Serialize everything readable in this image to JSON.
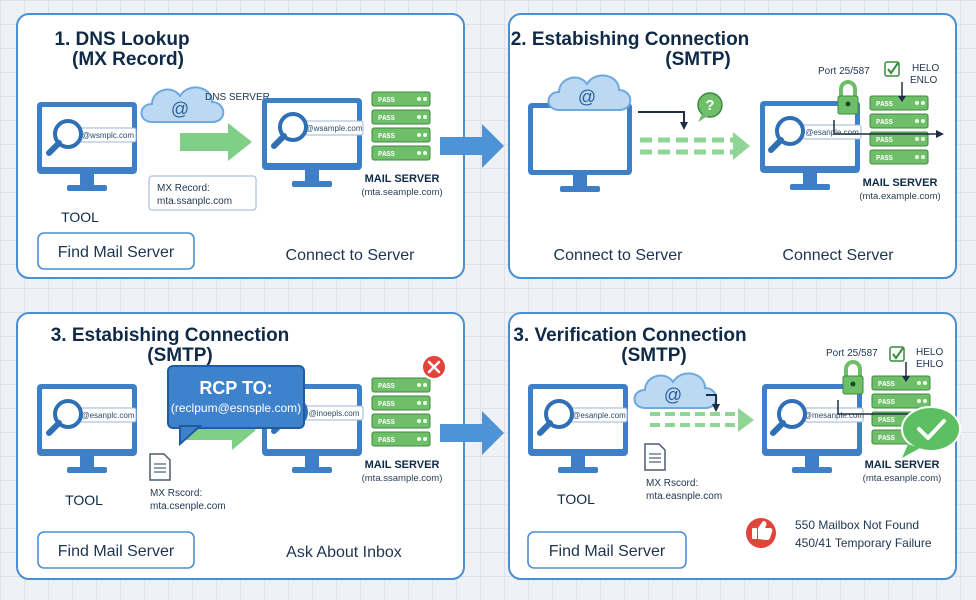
{
  "panels": [
    {
      "title_line1": "1. DNS Lookup",
      "title_line2": "(MX Record)",
      "tool_label": "TOOL",
      "monitor_url": "@wsmplc.com",
      "cloud_label": "DNS SERVER",
      "server_monitor_url": "@wsample.com",
      "server_name": "MAIL SERVER",
      "server_host": "(mta.seample.com)",
      "mx_label": "MX Record:",
      "mx_value": "mta.ssanplc.com",
      "button_label": "Find Mail Server",
      "caption": "Connect to Server"
    },
    {
      "title_line1": "2. Estabishing Connection",
      "title_line2": "(SMTP)",
      "port_label": "Port 25/587",
      "helo": "HELO",
      "ehlo": "ENLO",
      "server_monitor_url": "@esanple.com",
      "server_name": "MAIL SERVER",
      "server_host": "(mta.example.com)",
      "caption_left": "Connect to Server",
      "caption_right": "Connect  Server"
    },
    {
      "title_line1": "3. Estabishing Connection",
      "title_line2": "(SMTP)",
      "tool_label": "TOOL",
      "monitor_url": "@esanplc.com",
      "bubble_title": "RCP TO:",
      "bubble_sub": "(reclpum@esnsple.com)",
      "server_monitor_url": "@inoepls.com",
      "server_name": "MAIL SERVER",
      "server_host": "(mta.ssample.com)",
      "mx_label": "MX Rscord:",
      "mx_value": "mta.csenple.com",
      "button_label": "Find Mail Server",
      "caption": "Ask About Inbox"
    },
    {
      "title_line1": "3. Verification Connection",
      "title_line2": "(SMTP)",
      "tool_label": "TOOL",
      "monitor_url": "@esanple.com",
      "port_label": "Port 25/587",
      "helo": "HELO",
      "ehlo": "EHLO",
      "server_monitor_url": "@mesanple.com",
      "server_name": "MAIL SERVER",
      "server_host": "(mta.esanple.com)",
      "mx_label": "MX Rscord:",
      "mx_value": "mta.easnple.com",
      "button_label": "Find Mail Server",
      "status_1": "550 Mailbox Not Found",
      "status_2": "450/41 Temporary Failure"
    }
  ],
  "rack_labels": [
    "PASS",
    "PASS",
    "PASS",
    "PASS"
  ],
  "colors": {
    "panel_border": "#4a8fd1",
    "monitor": "#3f7fc7",
    "arrow_blue": "#4e93d6",
    "arrow_green": "#7fcf86",
    "rack_green": "#6fbf6a",
    "cloud": "#bcd9f3",
    "error_red": "#e2433a",
    "ok_green": "#5cc062"
  }
}
